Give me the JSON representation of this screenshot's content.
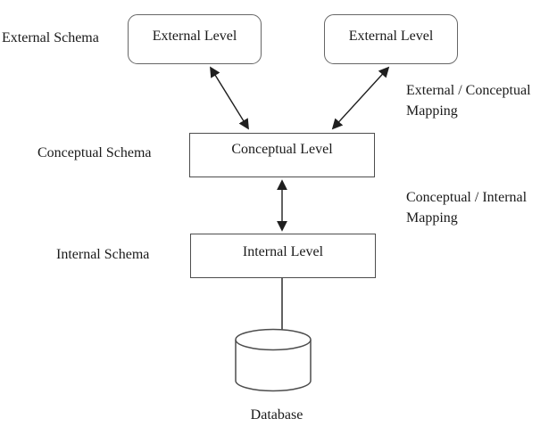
{
  "diagram": {
    "title_hint": "Three-level database architecture diagram",
    "boxes": {
      "external1": {
        "label": "External Level"
      },
      "external2": {
        "label": "External Level"
      },
      "conceptual": {
        "label": "Conceptual Level"
      },
      "internal": {
        "label": "Internal Level"
      }
    },
    "labels": {
      "external_schema": "External Schema",
      "conceptual_schema": "Conceptual Schema",
      "internal_schema": "Internal Schema",
      "external_conceptual_mapping": "External / Conceptual Mapping",
      "conceptual_internal_mapping": "Conceptual / Internal Mapping",
      "database": "Database"
    },
    "icons": {
      "database_cylinder": "database-cylinder-icon"
    },
    "colors": {
      "background": "#ffffff",
      "box_border": "#555555",
      "arrow_line": "#1f1f1f",
      "cylinder_stroke": "#4d4d4d",
      "text": "#1a1a1a"
    }
  }
}
